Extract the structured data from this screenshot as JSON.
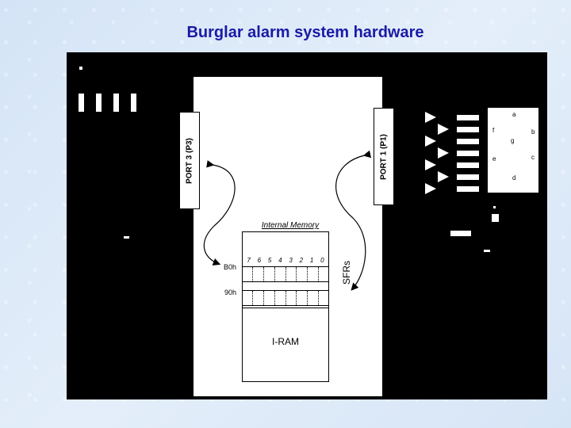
{
  "slide": {
    "title": "Burglar alarm system hardware"
  },
  "ports": {
    "port3_label": "PORT 3 (P3)",
    "port1_label": "PORT 1 (P1)"
  },
  "seven_segment": {
    "segments": [
      "a",
      "b",
      "c",
      "d",
      "e",
      "f",
      "g"
    ]
  },
  "memory": {
    "title": "Internal Memory",
    "bit_numbers": [
      "7",
      "6",
      "5",
      "4",
      "3",
      "2",
      "1",
      "0"
    ],
    "addresses": [
      "B0h",
      "90h"
    ],
    "iram_label": "I-RAM",
    "sfr_label": "SFRs"
  },
  "colors": {
    "title": "#1a1aa6",
    "panel": "#000000",
    "background": "#dce9f7"
  }
}
